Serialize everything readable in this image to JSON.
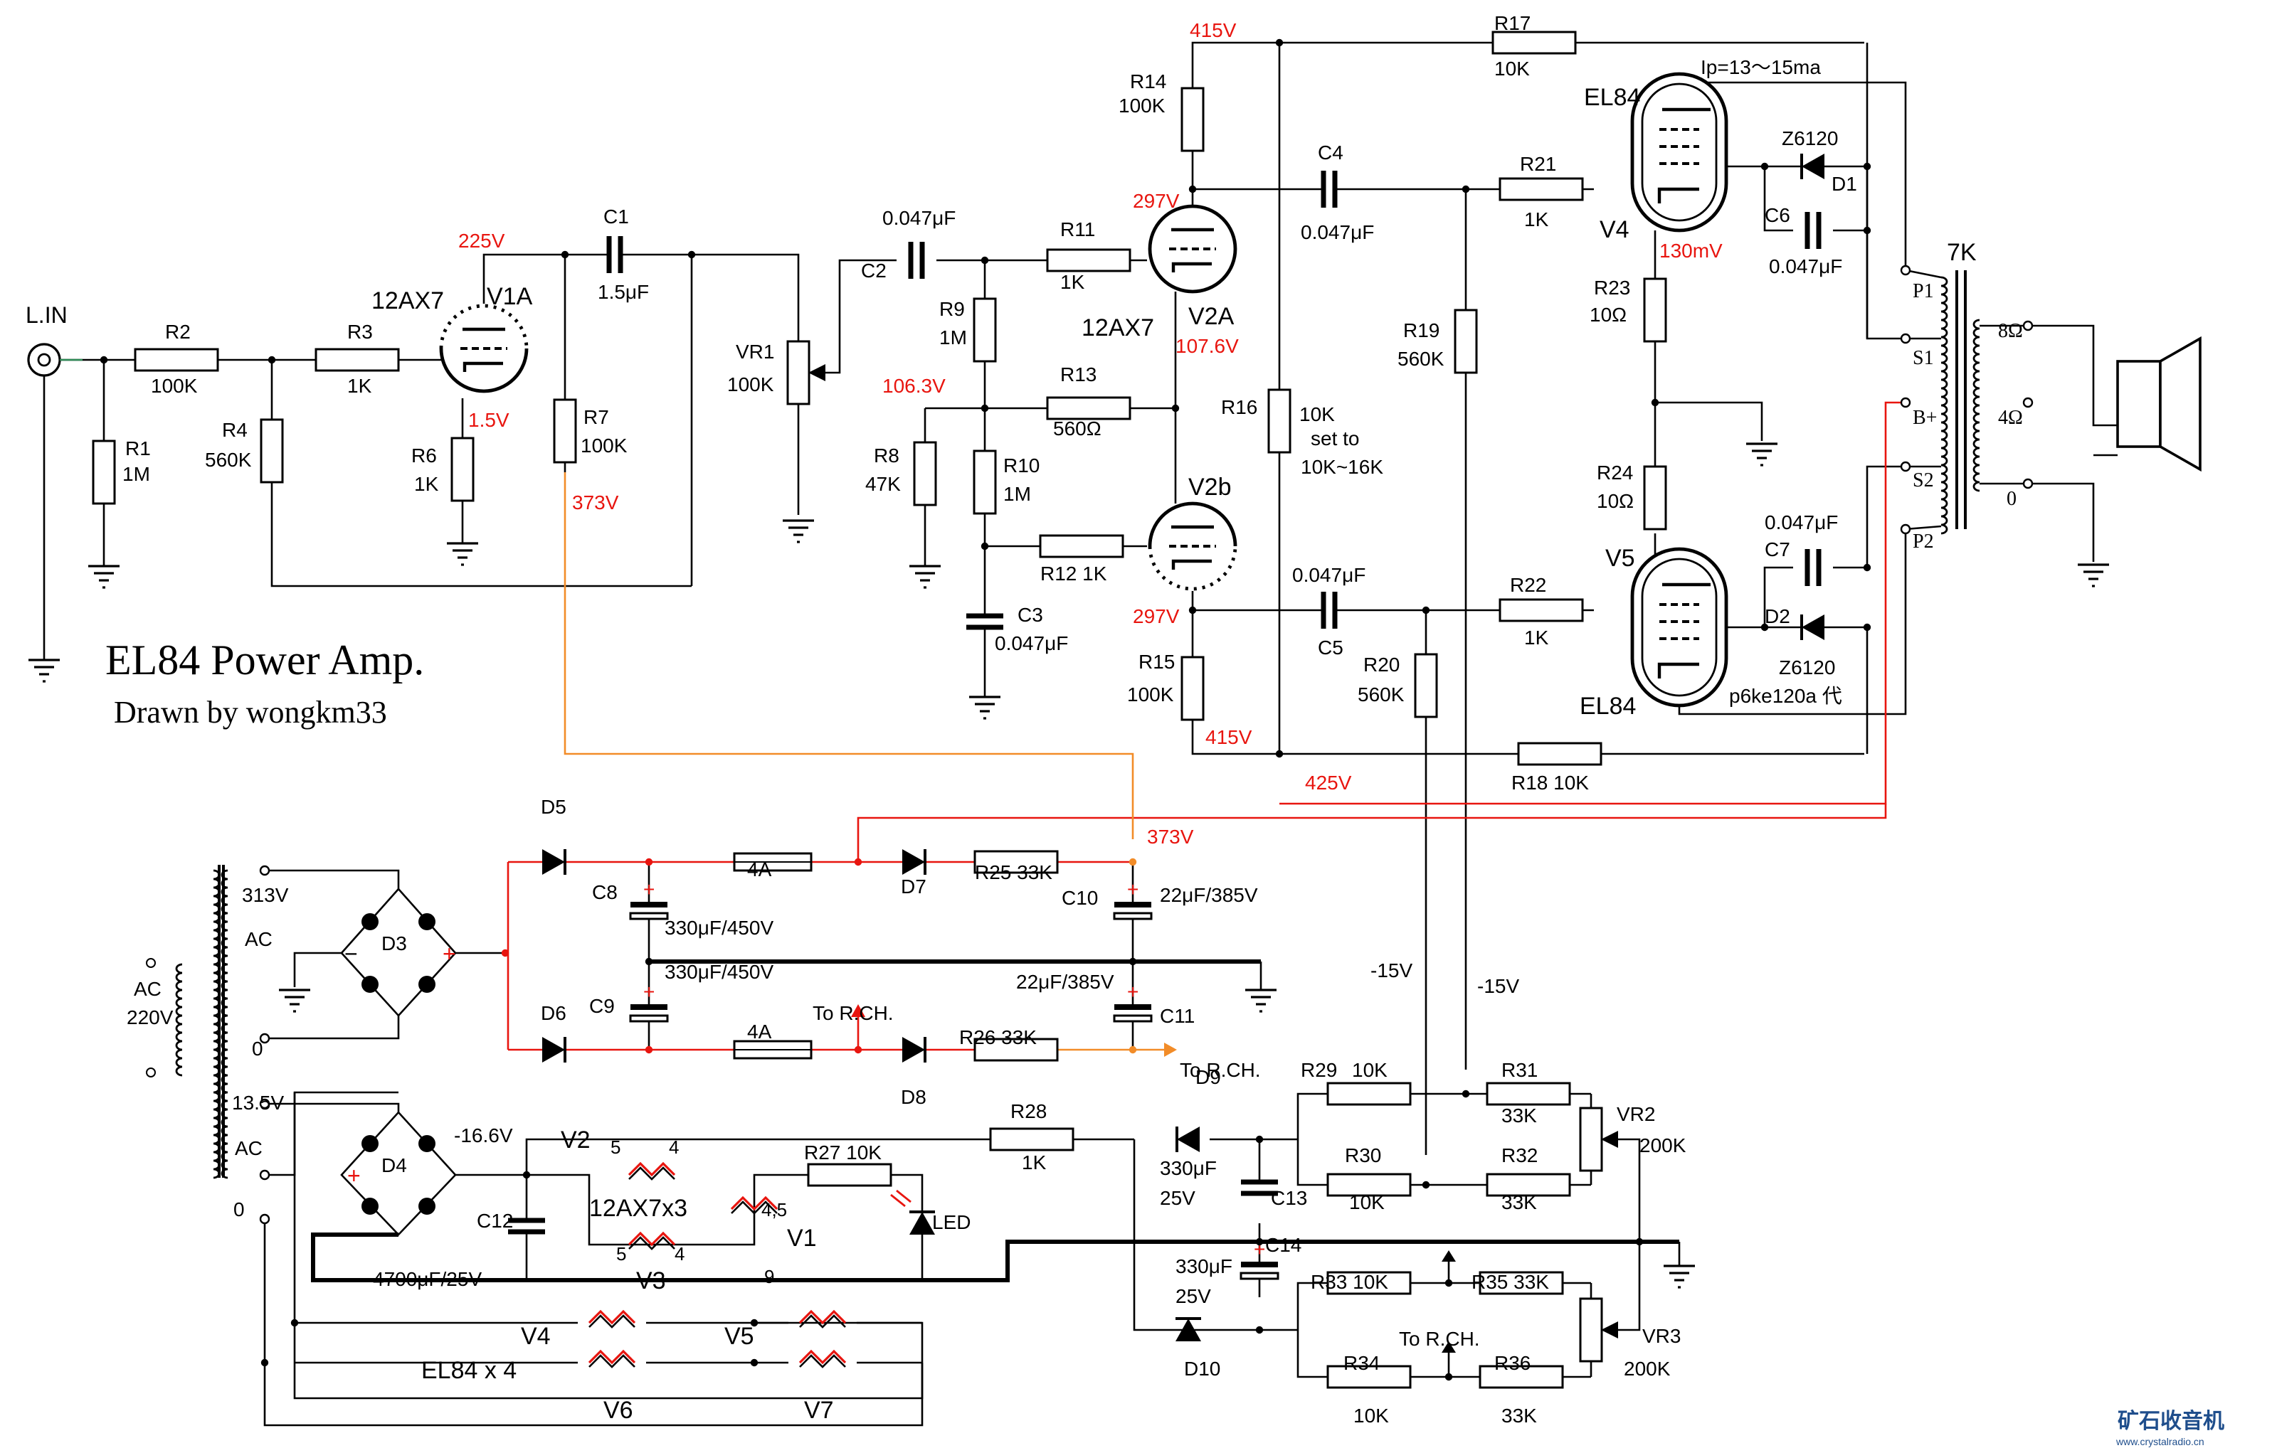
{
  "title": "EL84 Power Amp.",
  "author": "Drawn by wongkm33",
  "watermark": {
    "name": "矿石收音机",
    "url": "www.crystalradio.cn"
  },
  "colors": {
    "wire": "#000000",
    "hv_wire": "#e8150f",
    "orange_wire": "#f28c28",
    "voltage_text": "#e8150f",
    "background": "#ffffff"
  },
  "input": {
    "label": "L.IN"
  },
  "voltages": {
    "v1a_plate": "225V",
    "v1a_cathode": "1.5V",
    "r7_bottom": "373V",
    "v2a_top": "415V",
    "v2a_plate": "297V",
    "v2a_cathode": "107.6V",
    "r8_top": "106.3V",
    "v2b_plate": "297V",
    "r15_bottom": "415V",
    "b_plus": "425V",
    "hv_node": "373V",
    "v4_cathode": "130mV",
    "ac_313": "313V",
    "bias_neg1": "-15V",
    "bias_neg2": "-15V",
    "dc_16": "-16.6V",
    "ac_13": "13.5V"
  },
  "resistors": {
    "R1": [
      "R1",
      "1M"
    ],
    "R2": [
      "R2",
      "100K"
    ],
    "R3": [
      "R3",
      "1K"
    ],
    "R4": [
      "R4",
      "560K"
    ],
    "R6": [
      "R6",
      "1K"
    ],
    "R7": [
      "R7",
      "100K"
    ],
    "R8": [
      "R8",
      "47K"
    ],
    "R9": [
      "R9",
      "1M"
    ],
    "R10": [
      "R10",
      "1M"
    ],
    "R11": [
      "R11",
      "1K"
    ],
    "R12": [
      "R12 1K"
    ],
    "R13": [
      "R13",
      "560Ω"
    ],
    "R14": [
      "R14",
      "100K"
    ],
    "R15": [
      "R15",
      "100K"
    ],
    "R16": [
      "R16",
      "10K",
      "set to",
      "10K~16K"
    ],
    "R17": [
      "R17",
      "10K"
    ],
    "R18": [
      "R18 10K"
    ],
    "R19": [
      "R19",
      "560K"
    ],
    "R20": [
      "R20",
      "560K"
    ],
    "R21": [
      "R21",
      "1K"
    ],
    "R22": [
      "R22",
      "1K"
    ],
    "R23": [
      "R23",
      "10Ω"
    ],
    "R24": [
      "R24",
      "10Ω"
    ],
    "R25": [
      "R25 33K"
    ],
    "R26": [
      "R26 33K"
    ],
    "R27": [
      "R27 10K"
    ],
    "R28": [
      "R28",
      "1K"
    ],
    "R29": [
      "R29",
      "10K"
    ],
    "R30": [
      "R30",
      "10K"
    ],
    "R31": [
      "R31",
      "33K"
    ],
    "R32": [
      "R32",
      "33K"
    ],
    "R33": [
      "R33 10K"
    ],
    "R34": [
      "R34",
      "10K"
    ],
    "R35": [
      "R35 33K"
    ],
    "R36": [
      "R36",
      "33K"
    ],
    "VR1": [
      "VR1",
      "100K"
    ],
    "VR2": [
      "VR2",
      "200K"
    ],
    "VR3": [
      "VR3",
      "200K"
    ]
  },
  "capacitors": {
    "C1": [
      "C1",
      "1.5μF"
    ],
    "C2": [
      "0.047μF",
      "C2"
    ],
    "C3": [
      "C3",
      "0.047μF"
    ],
    "C4": [
      "C4",
      "0.047μF"
    ],
    "C5": [
      "0.047μF",
      "C5"
    ],
    "C6": [
      "C6",
      "0.047μF"
    ],
    "C7": [
      "0.047μF",
      "C7"
    ],
    "C8": [
      "C8",
      "330μF/450V"
    ],
    "C9": [
      "330μF/450V",
      "C9"
    ],
    "C10": [
      "C10",
      "22μF/385V"
    ],
    "C11": [
      "22μF/385V",
      "C11"
    ],
    "C12": [
      "C12",
      "4700μF/25V"
    ],
    "C13": [
      "330μF",
      "25V",
      "C13"
    ],
    "C14": [
      "C14",
      "330μF",
      "25V"
    ]
  },
  "tubes": {
    "V1A": [
      "12AX7",
      "V1A"
    ],
    "V2A": [
      "12AX7",
      "V2A"
    ],
    "V2b": [
      "V2b"
    ],
    "V4": [
      "EL84",
      "V4",
      "Ip=13～15ma"
    ],
    "V5": [
      "V5",
      "EL84"
    ]
  },
  "diodes": {
    "D1": [
      "Z6120",
      "D1"
    ],
    "D2": [
      "D2",
      "Z6120",
      "p6ke120a 代"
    ],
    "D3": [
      "D3"
    ],
    "D4": [
      "D4"
    ],
    "D5": [
      "D5"
    ],
    "D6": [
      "D6"
    ],
    "D7": [
      "D7"
    ],
    "D8": [
      "D8"
    ],
    "D9": [
      "D9"
    ],
    "D10": [
      "D10"
    ],
    "LED": [
      "LED"
    ]
  },
  "fuses": {
    "F1": "4A",
    "F2": "4A"
  },
  "output_transformer": {
    "ratio": "7K",
    "taps": [
      "P1",
      "S1",
      "B+",
      "S2",
      "P2"
    ],
    "secondary": [
      "8Ω",
      "4Ω",
      "0"
    ]
  },
  "power_transformer": {
    "primary": [
      "AC",
      "220V"
    ],
    "hv": [
      "313V",
      "AC",
      "0"
    ],
    "lv": [
      "13.5V",
      "AC",
      "0"
    ]
  },
  "heaters": {
    "v2_label": "V2",
    "v3_label": "V3",
    "v1_label": "V1",
    "string": "12AX7x3",
    "v4": "V4",
    "v5": "V5",
    "v6": "V6",
    "v7": "V7",
    "el84x4": "EL84 x 4",
    "pins_5": "5",
    "pins_4": "4",
    "pins_45": "4,5",
    "pin_9": "9"
  },
  "notes": {
    "to_rch_1": "To R.CH.",
    "to_rch_2": "To R.CH.",
    "to_rch_3": "To R.CH."
  },
  "signs": {
    "plus": "+",
    "minus": "−"
  }
}
